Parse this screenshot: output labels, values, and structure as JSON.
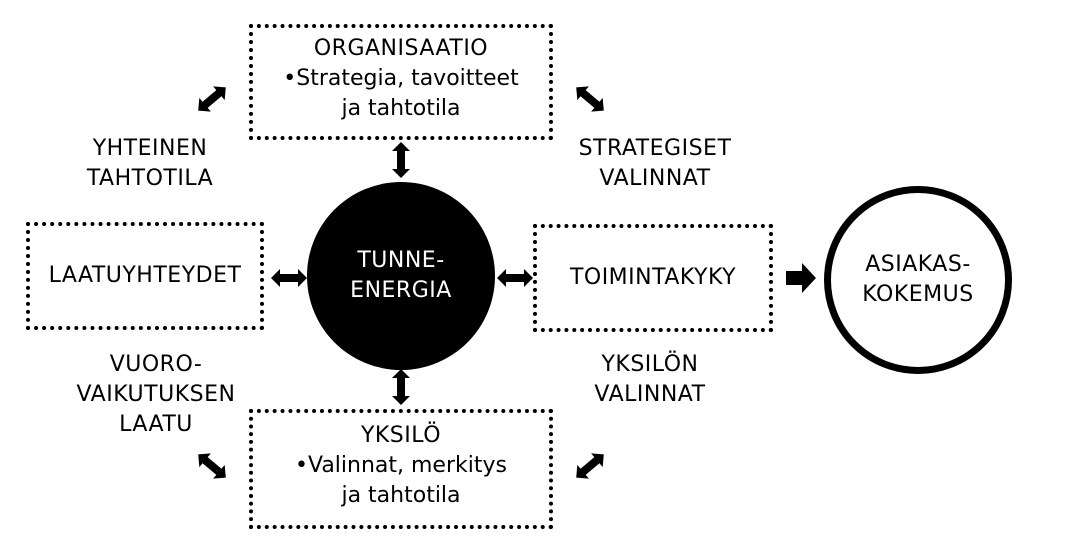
{
  "center": {
    "line1": "TUNNE-",
    "line2": "ENERGIA"
  },
  "organisaatio": {
    "title": "ORGANISAATIO",
    "line1": "•Strategia, tavoitteet",
    "line2": "ja tahtotila"
  },
  "yksilo": {
    "title": "YKSILÖ",
    "line1": "•Valinnat, merkitys",
    "line2": "ja tahtotila"
  },
  "laatuyhteydet": {
    "title": "LAATUYHTEYDET"
  },
  "toimintakyky": {
    "title": "TOIMINTAKYKY"
  },
  "asiakaskokemus": {
    "line1": "ASIAKAS-",
    "line2": "KOKEMUS"
  },
  "labels": {
    "yhteinen_tahtotila": [
      "YHTEINEN",
      "TAHTOTILA"
    ],
    "strategiset_valinnat": [
      "STRATEGISET",
      "VALINNAT"
    ],
    "vuorovaikutuksen_laatu": [
      "VUORO-",
      "VAIKUTUKSEN",
      "LAATU"
    ],
    "yksilon_valinnat": [
      "YKSILÖN",
      "VALINNAT"
    ]
  }
}
